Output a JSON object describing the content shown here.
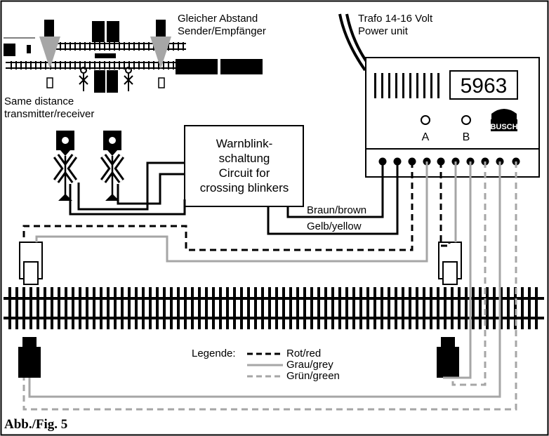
{
  "top_left": {
    "label_de_1": "Gleicher Abstand",
    "label_de_2": "Sender/Empfänger",
    "label_en_1": "Same distance",
    "label_en_2": "transmitter/receiver"
  },
  "transformer": {
    "label_1": "Trafo 14-16 Volt",
    "label_2": "Power unit"
  },
  "module": {
    "number": "5963",
    "led_a": "A",
    "led_b": "B",
    "brand": "BUSCH"
  },
  "circuit_box": {
    "line_1": "Warnblink-",
    "line_2": "schaltung",
    "line_3": "Circuit for",
    "line_4": "crossing blinkers"
  },
  "wire_labels": {
    "brown": "Braun/brown",
    "yellow": "Gelb/yellow"
  },
  "legend": {
    "title": "Legende:",
    "items": [
      {
        "style": "dashed-black",
        "label": "Rot/red"
      },
      {
        "style": "solid-grey",
        "label": "Grau/grey"
      },
      {
        "style": "dashed-grey",
        "label": "Grün/green"
      }
    ]
  },
  "figure_caption": "Abb./Fig. 5",
  "colors": {
    "wire_black": "#000000",
    "wire_grey": "#a6a6a6",
    "background": "#ffffff"
  }
}
